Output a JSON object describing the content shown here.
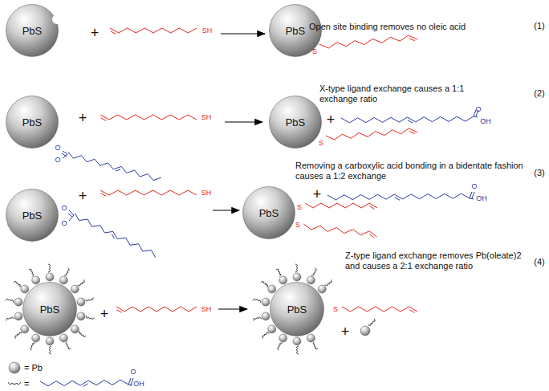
{
  "diagram": {
    "nodes": [
      {
        "text": [
          "PbS"
        ]
      },
      {
        "text": [
          "PbS"
        ]
      },
      {
        "text": [
          "PbS"
        ]
      },
      {
        "text": [
          "PbS"
        ]
      },
      {
        "text": [
          "PbS"
        ]
      },
      {
        "text": [
          "PbS"
        ]
      },
      {
        "text": [
          "PbS"
        ]
      },
      {
        "text": [
          "PbS"
        ]
      }
    ],
    "labels": [
      "+",
      "SH",
      "Open site binding removes no oleic acid",
      "(1)",
      "S",
      "+",
      "SH",
      "O",
      "O",
      "X-type ligand exchange causes a 1:1 exchange ratio",
      "(2)",
      "S",
      "+",
      "O",
      "OH",
      "Removing a carboxylic acid bonding in a bidentate fashion causes a 1:2 exchange",
      "(3)",
      "O",
      "O",
      "+",
      "SH",
      "S",
      "S",
      "+",
      "O",
      "OH",
      "Z-type ligand exchange removes Pb(oleate)2 and causes a 2:1 exchange ratio",
      "(4)",
      "+",
      "SH",
      "S",
      "+",
      "O",
      "OH"
    ],
    "legend": [
      {
        "text": "= Pb"
      },
      {
        "text": "="
      }
    ]
  }
}
